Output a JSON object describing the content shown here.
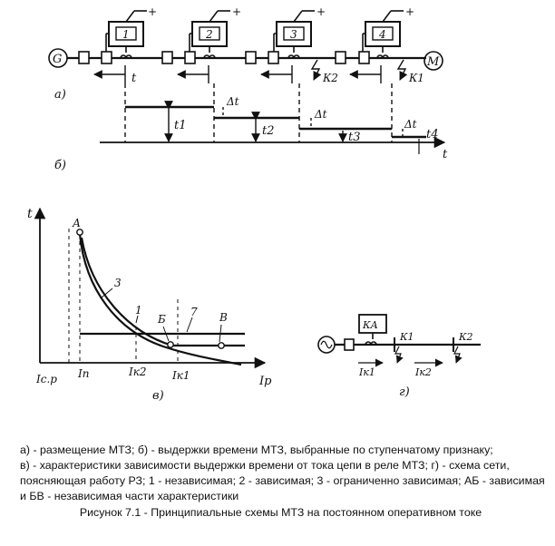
{
  "diagram_a": {
    "panel_label": "а)",
    "source_label": "G",
    "motor_label": "М",
    "relays": [
      "1",
      "2",
      "3",
      "4"
    ],
    "fault_labels": [
      "К2",
      "К1"
    ],
    "time_mark": "t",
    "polarity_sign": "+"
  },
  "diagram_b": {
    "panel_label": "б)",
    "axis_label": "t",
    "times": [
      "t1",
      "t2",
      "t3",
      "t4"
    ],
    "delta_labels": [
      "Δt",
      "Δt",
      "Δt"
    ]
  },
  "chart_v": {
    "panel_label": "в)",
    "y_axis_label": "t",
    "x_axis_label": "Iр",
    "x_ticks": [
      "Iс.р",
      "Iп",
      "Iк2",
      "Iк1"
    ],
    "curve_labels": [
      "1",
      "3",
      "7"
    ],
    "point_labels": [
      "А",
      "Б",
      "В"
    ]
  },
  "diagram_g": {
    "panel_label": "г)",
    "relay_label": "КА",
    "node_labels": [
      "К1",
      "К2"
    ],
    "current_labels": [
      "Iк1",
      "Iк2"
    ]
  },
  "caption": {
    "line1": "а) - размещение МТЗ; б) - выдержки времени МТЗ, выбранные по ступенчатому признаку;",
    "line2": "в) - характеристики зависимости выдержки времени от тока цепи в реле МТЗ; г) - схема сети,",
    "line3": "поясняющая работу РЗ; 1 - независимая; 2 - зависимая; 3 - ограниченно зависимая; АБ - зависимая",
    "line4": "и БВ - независимая части характеристики",
    "title": "Рисунок 7.1 - Принципиальные схемы МТЗ на постоянном оперативном токе"
  }
}
